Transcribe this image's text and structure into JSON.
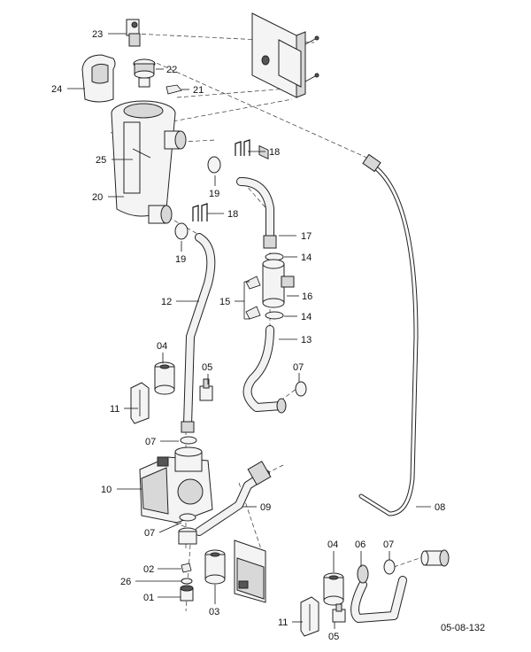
{
  "drawing_code": "05-08-132",
  "labels": {
    "p23": "23",
    "p24": "24",
    "p22": "22",
    "p21": "21",
    "p25": "25",
    "p18a": "18",
    "p19a": "19",
    "p20": "20",
    "p18b": "18",
    "p17": "17",
    "p19b": "19",
    "p14a": "14",
    "p12": "12",
    "p15": "15",
    "p16": "16",
    "p14b": "14",
    "p13": "13",
    "p04a": "04",
    "p05a": "05",
    "p07a": "07",
    "p11a": "11",
    "p07b": "07",
    "p10": "10",
    "p07c": "07",
    "p09": "09",
    "p08": "08",
    "p02": "02",
    "p26": "26",
    "p01": "01",
    "p03": "03",
    "p04b": "04",
    "p06": "06",
    "p07d": "07",
    "p11b": "11",
    "p05b": "05"
  }
}
